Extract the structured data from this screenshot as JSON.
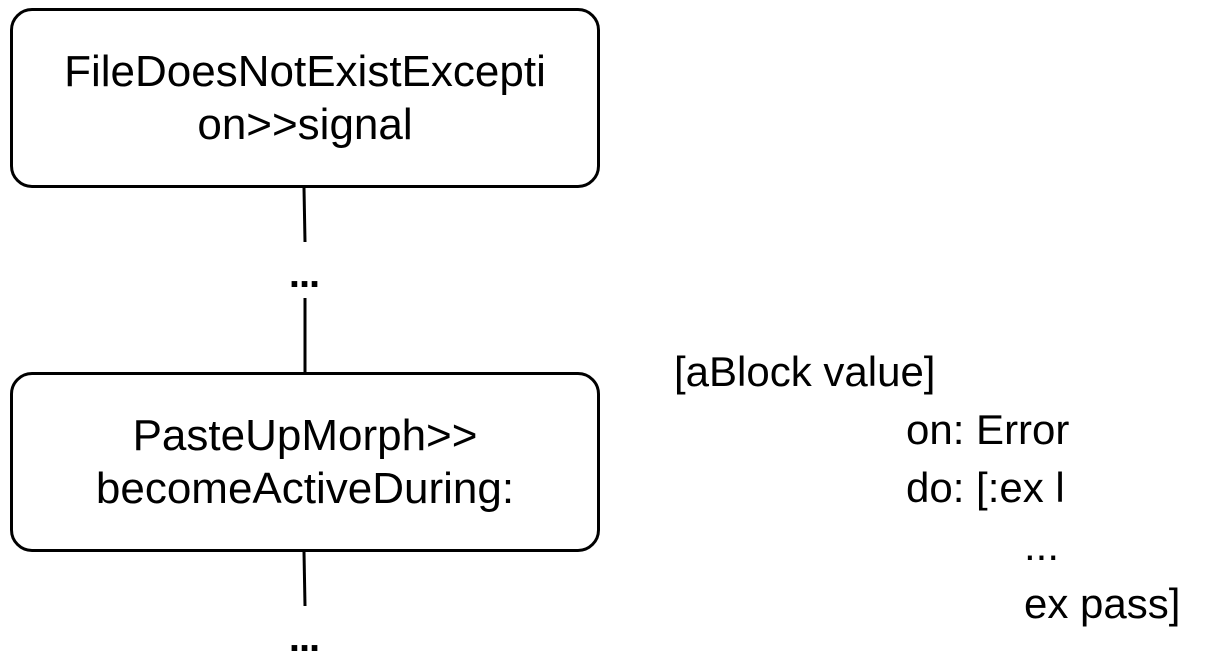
{
  "diagram": {
    "stack": {
      "top_frame": {
        "line1": "FileDoesNotExistExcepti",
        "line2": "on>>signal"
      },
      "middle_ellipsis": "...",
      "bottom_frame": {
        "line1": "PasteUpMorph>>",
        "line2": "becomeActiveDuring:"
      },
      "bottom_ellipsis": "..."
    },
    "code": {
      "lines": [
        "[aBlock value]",
        "on: Error",
        "do: [:ex l",
        "...",
        "ex pass]"
      ]
    },
    "colors": {
      "stroke": "#000000",
      "text": "#000000",
      "background": "#ffffff"
    }
  }
}
